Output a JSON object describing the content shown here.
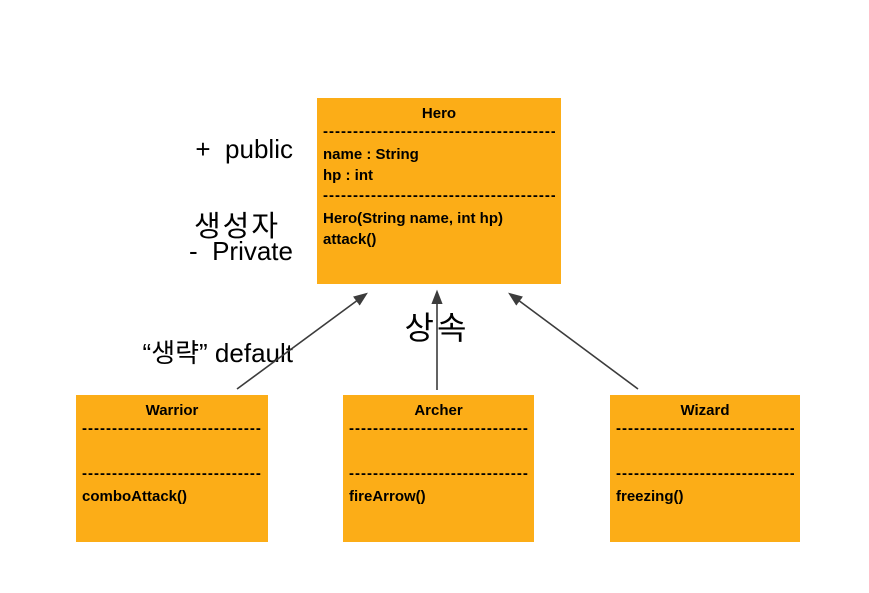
{
  "colors": {
    "box_fill": "#FCAD17",
    "text": "#000000",
    "arrow": "#3c3c3c",
    "background": "#ffffff"
  },
  "separator": "------------------------------------------------------------",
  "legend": {
    "lines": [
      "+  public",
      "-  Private",
      "“생략” default"
    ],
    "constructor_label": "생성자"
  },
  "inheritance_label": "상속",
  "classes": [
    {
      "name": "Hero",
      "attributes": [
        "name : String",
        "hp : int"
      ],
      "methods": [
        "Hero(String name, int hp)",
        "attack()"
      ]
    },
    {
      "name": "Warrior",
      "attributes": [],
      "methods": [
        "comboAttack()"
      ]
    },
    {
      "name": "Archer",
      "attributes": [],
      "methods": [
        "fireArrow()"
      ]
    },
    {
      "name": "Wizard",
      "attributes": [],
      "methods": [
        "freezing()"
      ]
    }
  ]
}
